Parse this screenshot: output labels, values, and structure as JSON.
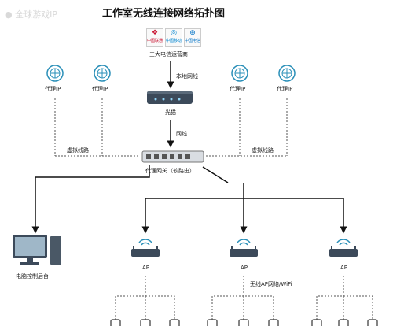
{
  "title": "工作室无线连接网络拓扑图",
  "watermark": "● 全球游戏IP",
  "carriers": {
    "label": "三大电信运营商",
    "logos": [
      {
        "name": "china-unicom-logo",
        "text": "中国联通",
        "color": "#c8102e"
      },
      {
        "name": "china-mobile-logo",
        "text": "中国移动",
        "color": "#0085d0"
      },
      {
        "name": "china-telecom-logo",
        "text": "中国电信",
        "color": "#0072c6"
      }
    ]
  },
  "links": {
    "local_line": "本地网线",
    "net_line": "网线",
    "virtual_line_left": "虚拟线路",
    "virtual_line_right": "虚拟线路",
    "wireless": "无线AP网络/WiFi"
  },
  "modem": {
    "label": "光猫"
  },
  "gateway": {
    "label": "代理网关（软路由）"
  },
  "proxy_ips": [
    {
      "label": "代理IP"
    },
    {
      "label": "代理IP"
    },
    {
      "label": "代理IP"
    },
    {
      "label": "代理IP"
    }
  ],
  "console": {
    "label": "电脑控制后台"
  },
  "aps": [
    {
      "label": "AP"
    },
    {
      "label": "AP"
    },
    {
      "label": "AP"
    }
  ],
  "colors": {
    "accent": "#2a8fb8",
    "line": "#111111",
    "dashed": "#555555",
    "device": "#3c4a5a"
  }
}
